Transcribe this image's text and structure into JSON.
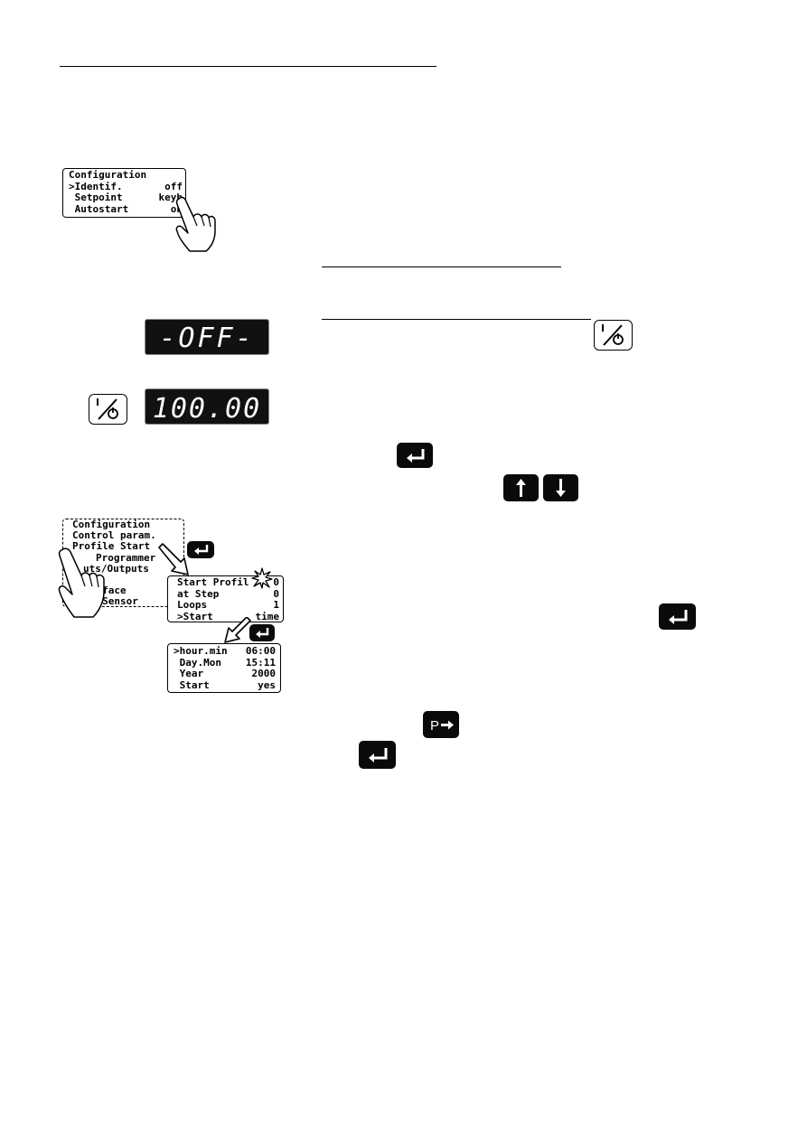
{
  "config_menu_1": {
    "lines": [
      {
        "label": "Configuration",
        "value": ""
      },
      {
        "label": ">Identif.",
        "value": "off"
      },
      {
        "label": " Setpoint",
        "value": "keyb"
      },
      {
        "label": " Autostart",
        "value": "on"
      }
    ]
  },
  "led_display_1": {
    "text": "-OFF-"
  },
  "led_display_2": {
    "text": "100.00"
  },
  "main_menu": {
    "lines": [
      "Configuration",
      "Control param.",
      "Profile Start",
      "Programmer",
      "uts/Outputs",
      "",
      "In  rface",
      "Temp.Sensor"
    ]
  },
  "profile_start_menu": {
    "lines": [
      {
        "label": "Start Profil",
        "value": "0"
      },
      {
        "label": "at Step",
        "value": "0"
      },
      {
        "label": "Loops",
        "value": "1"
      },
      {
        "label": ">Start",
        "value": "time"
      }
    ]
  },
  "time_menu": {
    "lines": [
      {
        "label": ">hour.min",
        "value": "06:00"
      },
      {
        "label": " Day.Mon",
        "value": "15:11"
      },
      {
        "label": " Year",
        "value": "2000"
      },
      {
        "label": " Start",
        "value": "yes"
      }
    ]
  },
  "keys": {
    "p_key_label": "P",
    "icons": [
      "enter-key-icon",
      "up-arrow-key-icon",
      "down-arrow-key-icon",
      "power-standby-key-icon",
      "p-arrow-key-icon",
      "pointing-hand-icon"
    ]
  }
}
